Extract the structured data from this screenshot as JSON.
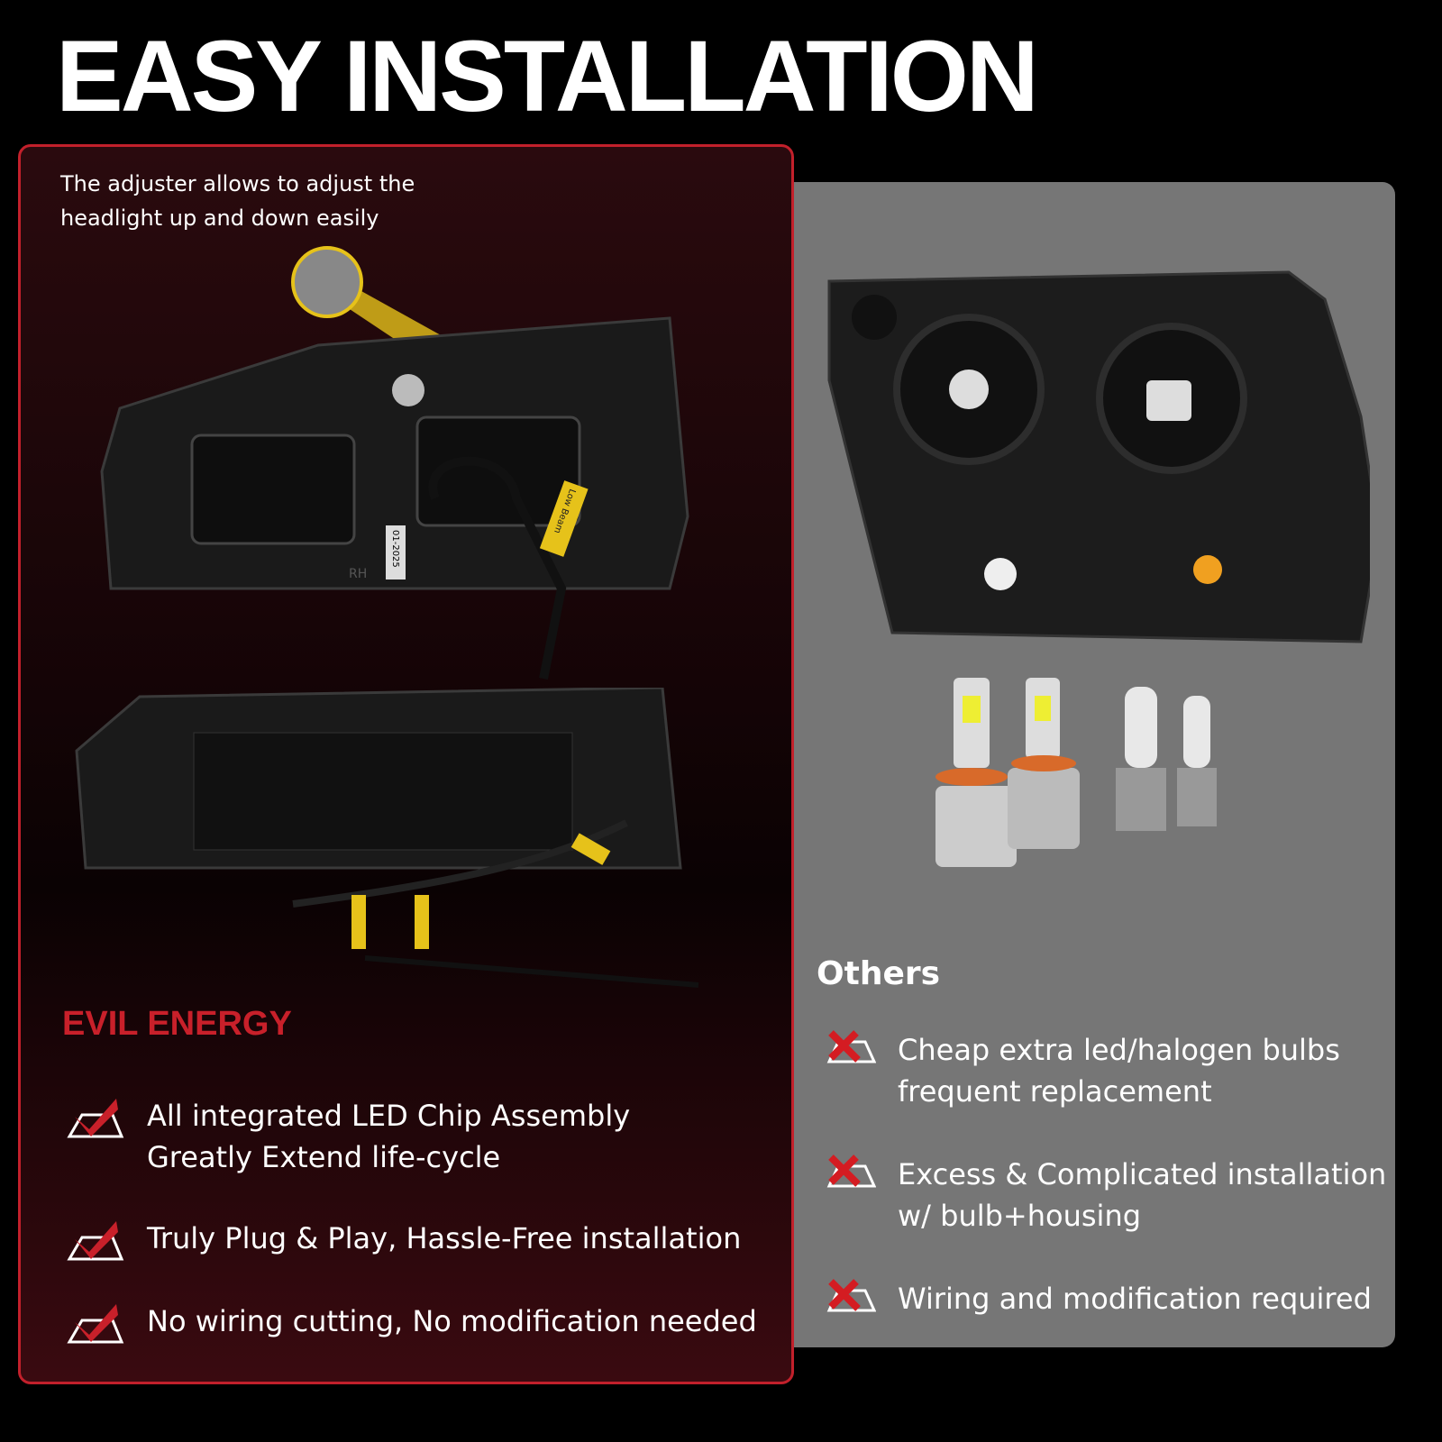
{
  "title": "EASY INSTALLATION",
  "left_panel": {
    "adjuster_note": [
      "The adjuster allows to adjust the",
      "headlight up and down easily"
    ],
    "product_labels": {
      "date_tag": "01-2025",
      "side_mark": "RH",
      "harness_tag": "Low Beam"
    },
    "brand": "EVIL ENERGY",
    "features": [
      {
        "lines": [
          "All integrated LED Chip Assembly",
          "Greatly Extend life-cycle"
        ]
      },
      {
        "lines": [
          "Truly Plug & Play, Hassle-Free installation"
        ]
      },
      {
        "lines": [
          "No wiring cutting, No modification needed"
        ]
      }
    ]
  },
  "right_panel": {
    "heading": "Others",
    "drawbacks": [
      {
        "lines": [
          "Cheap extra led/halogen bulbs",
          "frequent replacement"
        ]
      },
      {
        "lines": [
          "Excess & Complicated installation",
          "w/ bulb+housing"
        ]
      },
      {
        "lines": [
          "Wiring and modification required"
        ]
      }
    ]
  },
  "colors": {
    "accent_red": "#c8202a",
    "panel_gray": "#767676",
    "border_red": "#c2202b"
  }
}
